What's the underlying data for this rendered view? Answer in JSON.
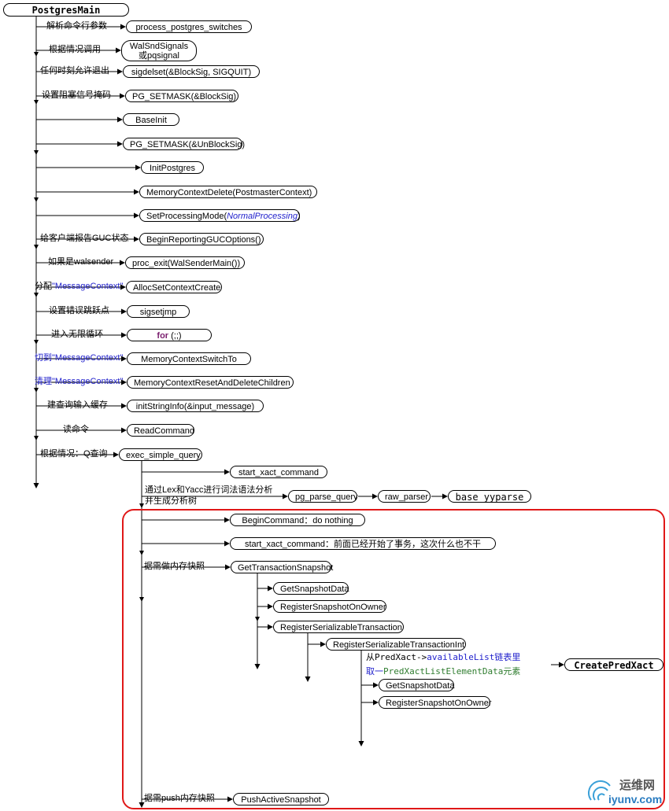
{
  "root": "PostgresMain",
  "labels": {
    "parse_args": "解析命令行参数",
    "call_by_situation": "根据情况调用",
    "allow_exit": "任何时刻允许退出",
    "set_block_mask": "设置阻塞信号掩码",
    "report_guc": "给客户端报告GUC状态",
    "if_walsender": "如果是walsender",
    "alloc_prefix": "分配",
    "alloc_ctx": "\"MessageContext\"",
    "set_jump": "设置错误跳跃点",
    "infinite_loop": "进入无限循环",
    "switch_prefix": "切到",
    "switch_ctx": "\"MessageContext\"",
    "clean_prefix": "清理",
    "clean_ctx": "\"MessageContext\"",
    "build_buffer": "建查询输入缓存",
    "read_cmd": "读命令",
    "by_situation_q": "根据情况：Q查询",
    "lexyacc_1": "通过Lex和Yacc进行词法语法分析",
    "lexyacc_2": "并生成分析树",
    "need_snapshot": "据需做内存快照",
    "need_push_snapshot": "据需push内存快照",
    "from_predxact_1a": "从",
    "from_predxact_1b": "PredXact->",
    "from_predxact_1c": "availableList",
    "from_predxact_1d": "链表里",
    "from_predxact_2a": "取一",
    "from_predxact_2b": "PredXactListElementData",
    "from_predxact_2c": "元素"
  },
  "nodes": {
    "process_postgres_switches": "process_postgres_switches",
    "walsndsignals_1": "WalSndSignals",
    "walsndsignals_2": "或pqsignal",
    "sigdelset": "sigdelset(&BlockSig, SIGQUIT)",
    "pg_setmask_block": "PG_SETMASK(&BlockSig)",
    "baseinit": "BaseInit",
    "pg_setmask_unblock": "PG_SETMASK(&UnBlockSig)",
    "initpostgres": "InitPostgres",
    "memctx_delete": "MemoryContextDelete(PostmasterContext)",
    "setproc_a": "SetProcessingMode(",
    "setproc_b": "NormalProcessing",
    "setproc_c": ")",
    "begin_reporting": "BeginReportingGUCOptions()",
    "proc_exit": "proc_exit(WalSenderMain())",
    "allocset": "AllocSetContextCreate",
    "sigsetjmp": "sigsetjmp",
    "for_kw": "for",
    "for_rest": " (;;)",
    "memctx_switch": "MemoryContextSwitchTo",
    "memctx_reset": "MemoryContextResetAndDeleteChildren",
    "initstringinfo": "initStringInfo(&input_message)",
    "readcommand": "ReadCommand",
    "exec_simple_query": "exec_simple_query",
    "start_xact_1": "start_xact_command",
    "pg_parse_query": "pg_parse_query",
    "raw_parser": "raw_parser",
    "base_yyparse": "base_yyparse",
    "begincommand": "BeginCommand：do nothing",
    "start_xact_2": "start_xact_command：前面已经开始了事务，这次什么也不干",
    "gettxsnapshot": "GetTransactionSnapshot",
    "getsnapshotdata_1": "GetSnapshotData",
    "registersnap_1": "RegisterSnapshotOnOwner",
    "registerserial": "RegisterSerializableTransaction",
    "registerserialint": "RegisterSerializableTransactionInt",
    "createpredxact": "CreatePredXact",
    "getsnapshotdata_2": "GetSnapshotData",
    "registersnap_2": "RegisterSnapshotOnOwner",
    "pushactive": "PushActiveSnapshot"
  },
  "watermark": {
    "brand": "运维网",
    "site": "iyunv.com"
  },
  "colors": {
    "highlight_box": "#e01818",
    "context_text": "#2222cc",
    "keyword": "#7a1e6e",
    "element_text": "#2f7d2f"
  }
}
